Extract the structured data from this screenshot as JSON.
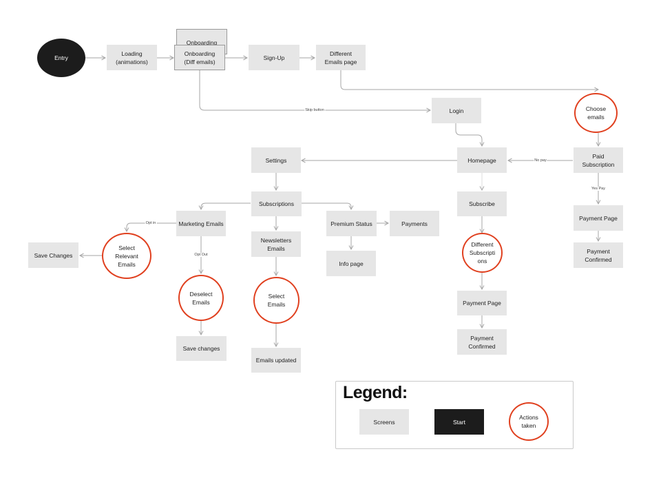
{
  "nodes": {
    "entry": "Entry",
    "loading": "Loading\n(animations)",
    "onboarding_back": "Onboarding",
    "onboarding": "Onboarding\n(Diff emails)",
    "signup": "Sign-Up",
    "different_emails": "Different\nEmails page",
    "choose_emails": "Choose\nemails",
    "login": "Login",
    "paid_subscription": "Paid\nSubscription",
    "homepage": "Homepage",
    "settings": "Settings",
    "subscriptions": "Subscriptions",
    "marketing_emails": "Marketing Emails",
    "newsletters_emails": "Newsletters\nEmails",
    "premium_status": "Premium Status",
    "payments": "Payments",
    "info_page": "Info page",
    "select_relevant": "Select\nRelevant\nEmails",
    "save_changes_left": "Save Changes",
    "deselect_emails": "Deselect\nEmails",
    "save_changes": "Save changes",
    "select_emails": "Select\nEmails",
    "emails_updated": "Emails updated",
    "subscribe": "Subscribe",
    "different_subscriptions": "Different\nSubscripti\nons",
    "payment_page_mid": "Payment Page",
    "payment_confirmed_mid": "Payment\nConfirmed",
    "payment_page_right": "Payment Page",
    "payment_confirmed_right": "Payment\nConfirmed"
  },
  "edge_labels": {
    "skip_button": "Skip button",
    "no_pay": "No pay",
    "yes_pay": "Yes Pay",
    "opt_in": "Opt in",
    "opt_out": "Opt Out"
  },
  "legend": {
    "title": "Legend:",
    "screens": "Screens",
    "start": "Start",
    "actions": "Actions\ntaken"
  },
  "colors": {
    "screen_fill": "#e6e6e6",
    "start_fill": "#1c1c1c",
    "action_border": "#e0401f",
    "arrow": "#a6a6a6"
  }
}
